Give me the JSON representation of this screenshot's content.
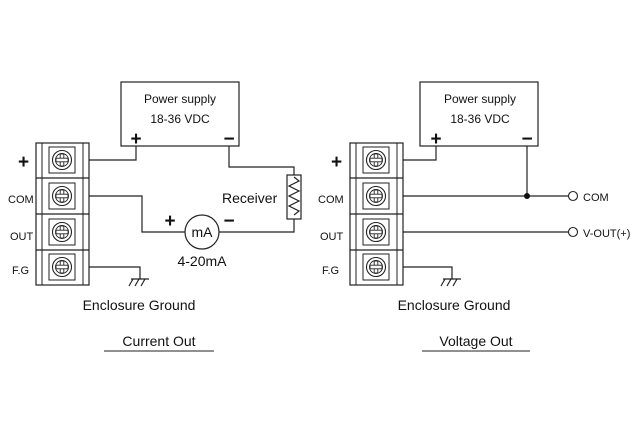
{
  "current_out": {
    "power_supply": {
      "title": "Power supply",
      "range": "18-36 VDC",
      "plus": "+",
      "minus": "−"
    },
    "terminals": {
      "plus": "+",
      "com": "COM",
      "out": "OUT",
      "fg": "F.G"
    },
    "receiver": "Receiver",
    "meter": {
      "label": "mA",
      "plus": "+",
      "minus": "−",
      "range": "4-20mA"
    },
    "ground_label": "Enclosure Ground",
    "caption": "Current Out"
  },
  "voltage_out": {
    "power_supply": {
      "title": "Power supply",
      "range": "18-36 VDC",
      "plus": "+",
      "minus": "−"
    },
    "terminals": {
      "plus": "+",
      "com": "COM",
      "out": "OUT",
      "fg": "F.G"
    },
    "com_out_label": "COM",
    "vout_label": "V-OUT(+)",
    "ground_label": "Enclosure Ground",
    "caption": "Voltage Out"
  }
}
